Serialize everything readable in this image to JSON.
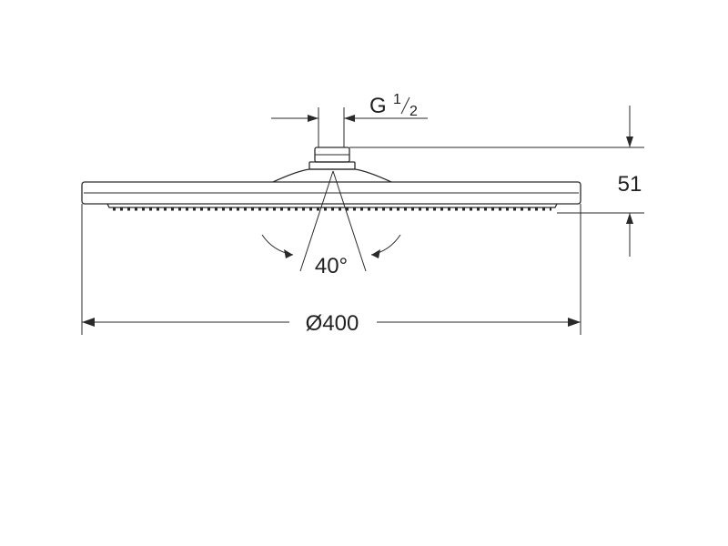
{
  "drawing": {
    "thread_label": "G",
    "thread_num": "1",
    "thread_den": "2",
    "height_label": "51",
    "angle_label": "40°",
    "diameter_label": "Ø400"
  },
  "colors": {
    "line": "#2a2a2a",
    "background": "#ffffff"
  }
}
